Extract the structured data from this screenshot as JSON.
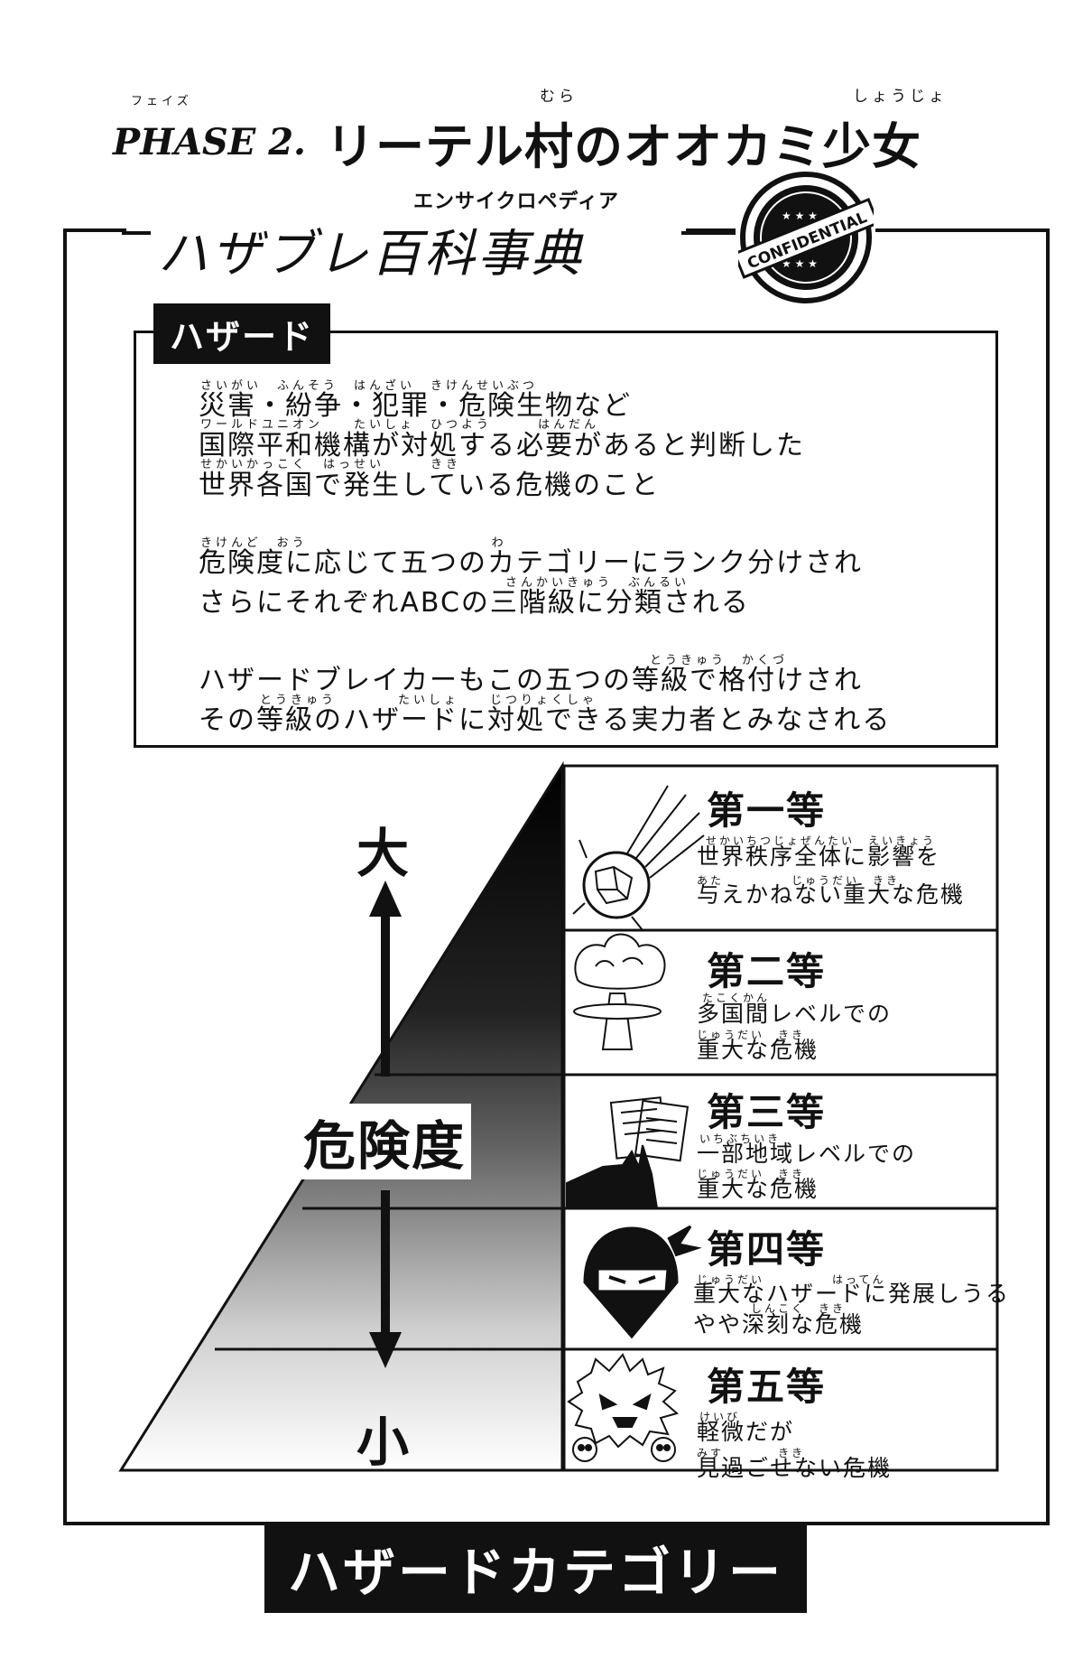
{
  "header": {
    "phase_ruby": "フェイズ",
    "phase_label": "PHASE 2.",
    "subtitle": "リーテル村のオオカミ少女",
    "subtitle_ruby_1": "むら",
    "subtitle_ruby_2": "しょうじょ"
  },
  "encyclopedia": {
    "ruby": "エンサイクロペディア",
    "title": "ハザブレ百科事典",
    "stamp_text": "CONFIDENTIAL"
  },
  "hazard": {
    "tag": "ハザード",
    "paragraphs": [
      {
        "lines": [
          {
            "text": "災害・紛争・犯罪・危険生物など",
            "ruby": "さいがい　ふんそう　はんざい　きけんせいぶつ"
          },
          {
            "text": "国際平和機構が対処する必要があると判断した",
            "ruby": "ワールドユニオン　　たいしょ　ひつよう　　　はんだん"
          },
          {
            "text": "世界各国で発生している危機のこと",
            "ruby": "せかいかっこく　はっせい　　　きき"
          }
        ]
      },
      {
        "lines": [
          {
            "text": "危険度に応じて五つのカテゴリーにランク分けされ",
            "ruby": "きけんど　おう　　　　　　　　　　　　わ"
          },
          {
            "text": "さらにそれぞれABCの三階級に分類される",
            "ruby": "さんかいきゅう　ぶんるい"
          }
        ]
      },
      {
        "lines": [
          {
            "text": "ハザードブレイカーもこの五つの等級で格付けされ",
            "ruby": "とうきゅう　かくづ"
          },
          {
            "text": "その等級のハザードに対処できる実力者とみなされる",
            "ruby": "とうきゅう　　　　たいしょ　　じつりょくしゃ"
          }
        ]
      }
    ]
  },
  "pyramid": {
    "top_label": "大",
    "axis_label": "危険度",
    "bottom_label": "小",
    "banner": "ハザードカテゴリー"
  },
  "categories": [
    {
      "title": "第一等",
      "line1": "世界秩序全体に影響を",
      "line2": "与えかねない重大な危機",
      "ruby1": "せかいちつじょぜんたい　えいきょう",
      "ruby2": "あた　　　　　じゅうだい　きき",
      "icon": "meteor-icon"
    },
    {
      "title": "第二等",
      "line1": "多国間レベルでの",
      "line2": "重大な危機",
      "ruby1": "たこくかん",
      "ruby2": "じゅうだい　きき",
      "icon": "mushroom-cloud-icon"
    },
    {
      "title": "第三等",
      "line1": "一部地域レベルでの",
      "line2": "重大な危機",
      "ruby1": "いちぶちいき",
      "ruby2": "じゅうだい　きき",
      "icon": "wolf-documents-icon"
    },
    {
      "title": "第四等",
      "line1": "重大なハザードに発展しうる",
      "line2": "やや深刻な危機",
      "ruby1": "じゅうだい　　　　　はってん",
      "ruby2": "しんこく　きき",
      "icon": "ninja-icon"
    },
    {
      "title": "第五等",
      "line1": "軽微だが",
      "line2": "見過ごせない危機",
      "ruby1": "けいび",
      "ruby2": "みす　　　　きき",
      "icon": "spiky-creature-icon"
    }
  ],
  "colors": {
    "ink": "#111111",
    "paper": "#ffffff"
  }
}
